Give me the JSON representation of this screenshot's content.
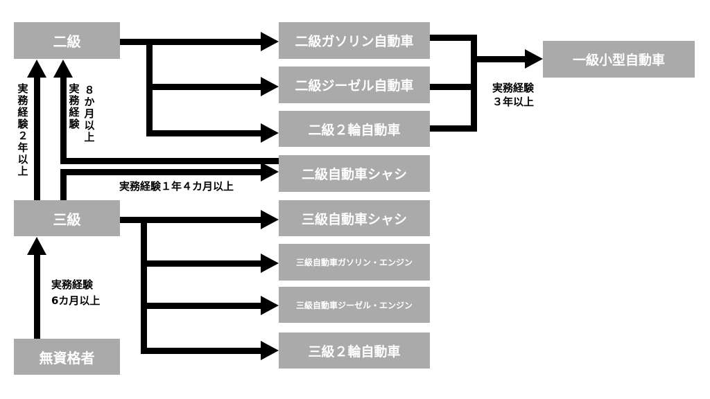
{
  "colors": {
    "box_fill": "#aaaaaa",
    "box_text": "#ffffff",
    "arrow": "#000000",
    "background": "#ffffff"
  },
  "nodes": {
    "nikyu": "二級",
    "sankyu": "三級",
    "mushikaku": "無資格者",
    "nikyu_gasoline": "二級ガソリン自動車",
    "nikyu_diesel": "二級ジーゼル自動車",
    "nikyu_2rin": "二級２輪自動車",
    "nikyu_chassis": "二級自動車シャシ",
    "sankyu_chassis": "三級自動車シャシ",
    "sankyu_gasoline_engine": "三級自動車ガソリン・エンジン",
    "sankyu_diesel_engine": "三級自動車ジーゼル・エンジン",
    "sankyu_2rin": "三級２輪自動車",
    "ikkyu_kogata": "一級小型自動車"
  },
  "requirements": {
    "ikkyu_line1": "実務経験",
    "ikkyu_line2": "３年以上",
    "nikyu_from_sankyu": "実務経験２年以上",
    "nikyu_after_chassis_col1": "８か月以上",
    "nikyu_after_chassis_col2": "実務経験",
    "chassis_from_sankyu": "実務経験１年４カ月以上",
    "sankyu_line1": "実務経験",
    "sankyu_line2": "6カ月以上"
  }
}
